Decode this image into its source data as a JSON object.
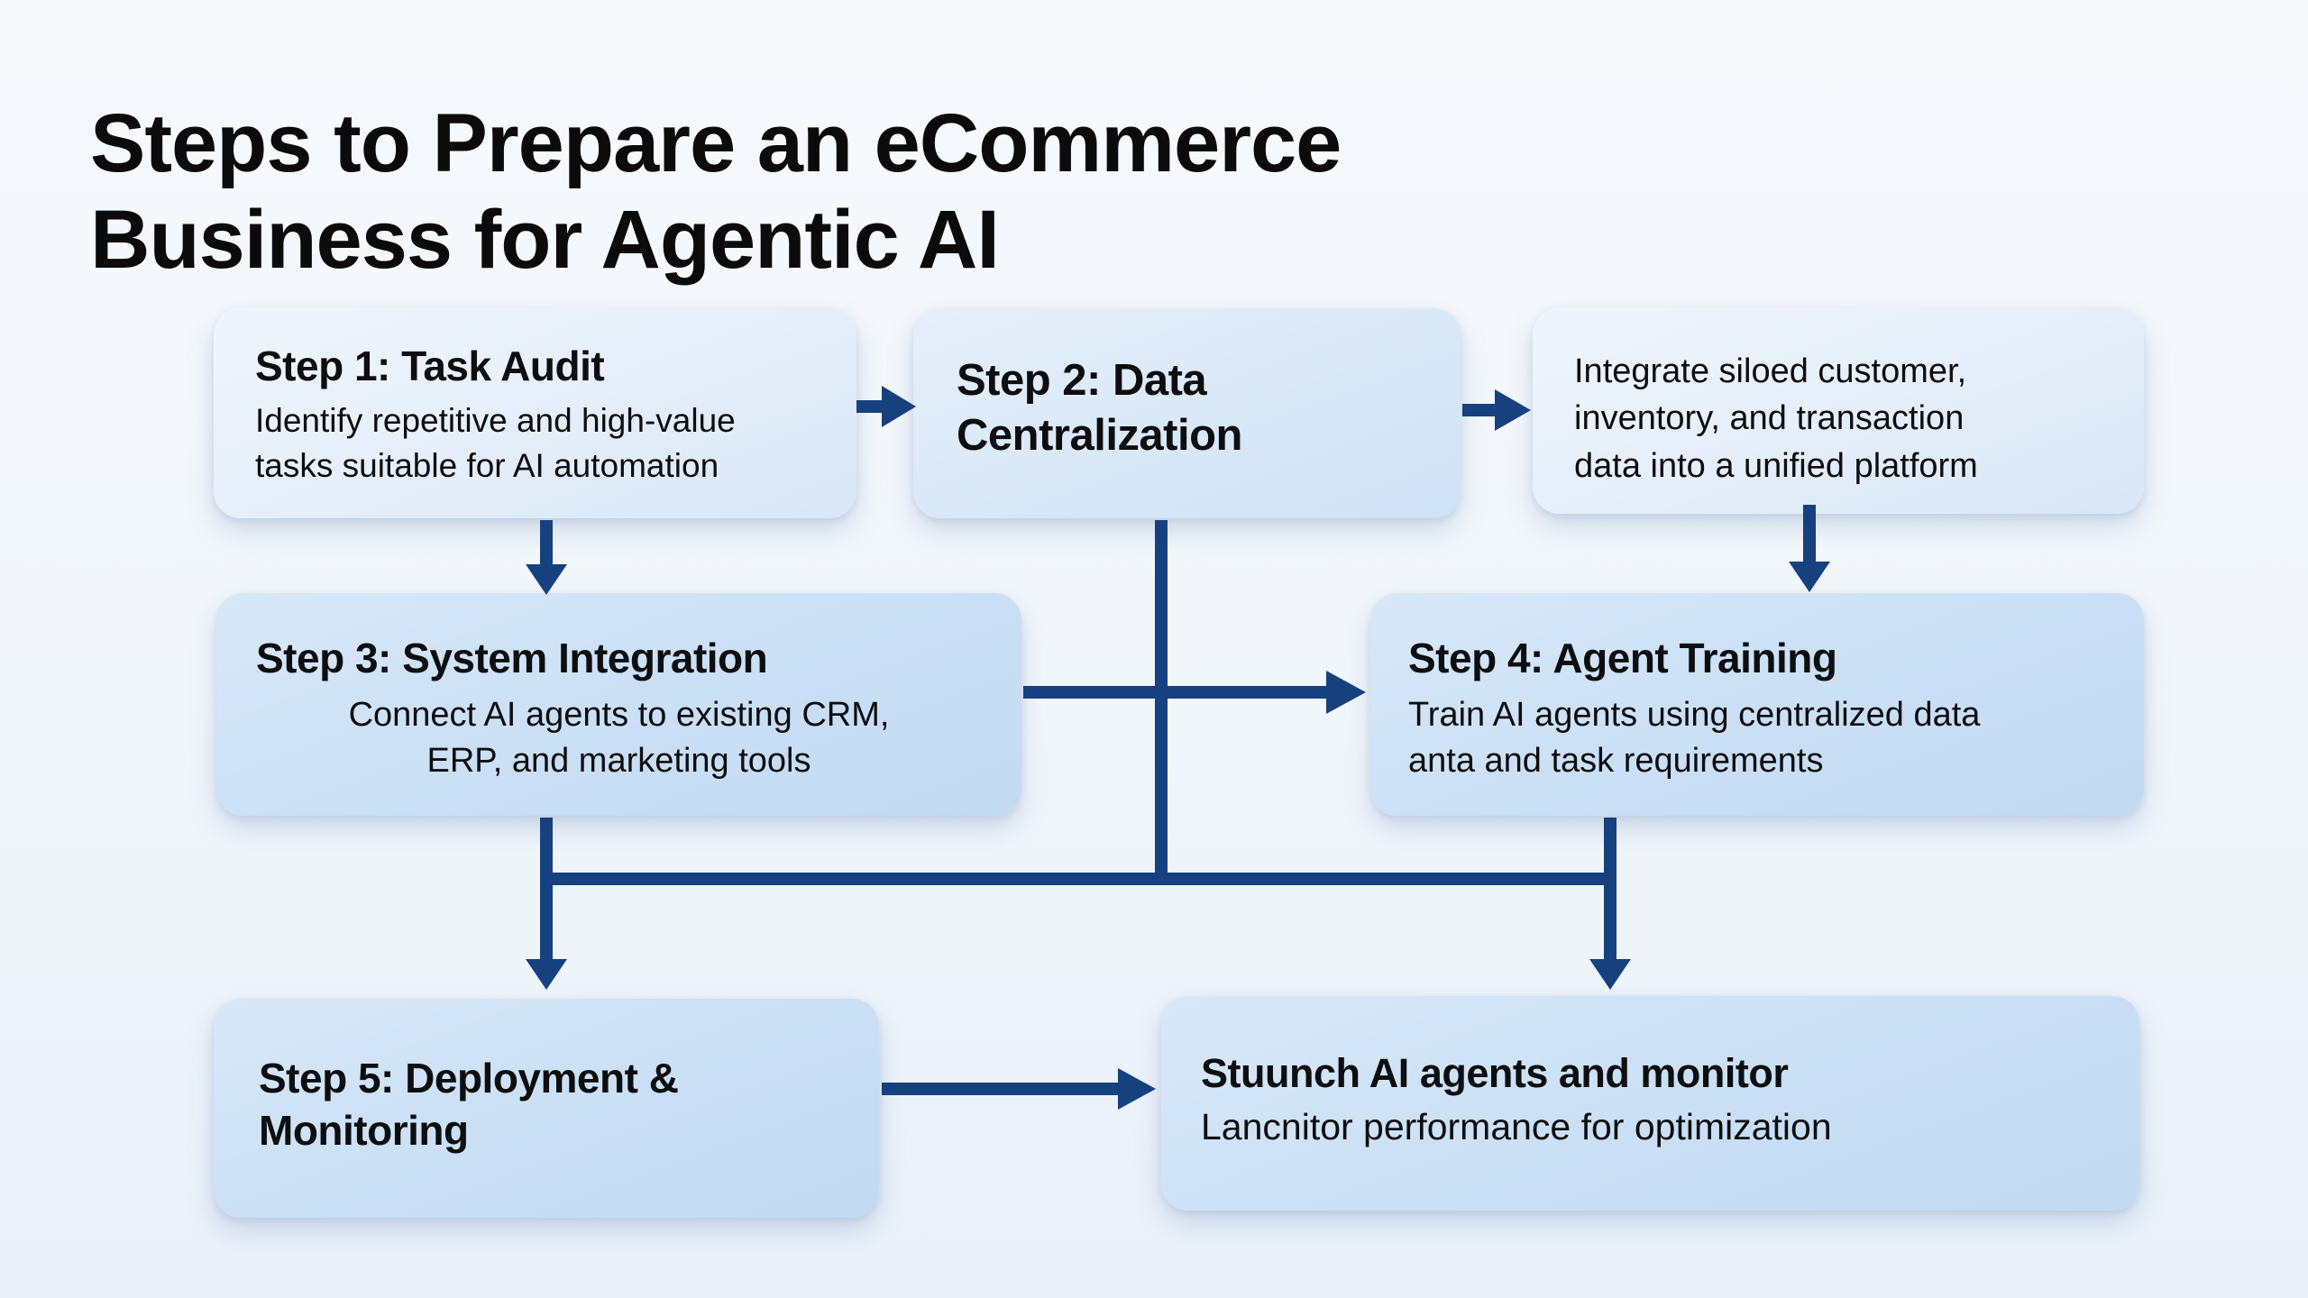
{
  "title": {
    "line1": "Steps to Prepare an eCommerce",
    "line2": "Business for Agentic AI"
  },
  "boxes": {
    "step1": {
      "heading": "Step 1: Task Audit",
      "body": [
        "Identify repetitive and high-value",
        "tasks suitable for AI automation"
      ]
    },
    "step2": {
      "heading_lines": [
        "Step 2: Data",
        "Centralization"
      ]
    },
    "integrate": {
      "body": [
        "Integrate siloed customer,",
        "inventory, and transaction",
        "data into a unified platform"
      ]
    },
    "step3": {
      "heading": "Step 3: System Integration",
      "body": [
        "Connect AI agents to existing CRM,",
        "ERP, and marketing tools"
      ]
    },
    "step4": {
      "heading": "Step 4: Agent Training",
      "body": [
        "Train AI agents using centralized data",
        "anta and task requirements"
      ]
    },
    "step5": {
      "heading_lines": [
        "Step 5: Deployment &",
        "Monitoring"
      ]
    },
    "launch": {
      "heading": "Stuunch AI agents and monitor",
      "body": [
        "Lancnitor performance for optimization"
      ]
    }
  },
  "connectors": [
    {
      "from": "step1",
      "to": "step2",
      "direction": "right"
    },
    {
      "from": "step2",
      "to": "integrate",
      "direction": "right"
    },
    {
      "from": "step1",
      "to": "step3",
      "direction": "down"
    },
    {
      "from": "integrate",
      "to": "step4",
      "direction": "down"
    },
    {
      "from": "step3",
      "to": "step4",
      "direction": "right"
    },
    {
      "from": "step2",
      "to": "bus",
      "direction": "down"
    },
    {
      "from": "step3",
      "to": "step5",
      "direction": "down-through-bus"
    },
    {
      "from": "step4",
      "to": "launch",
      "direction": "down-through-bus"
    },
    {
      "from": "step5",
      "to": "launch",
      "direction": "right"
    }
  ],
  "colors": {
    "arrow": "#16417e",
    "box_blue": "#c9dff5",
    "box_light": "#e6eff9",
    "background": "#f2f6fb",
    "text": "#0d0e10"
  }
}
